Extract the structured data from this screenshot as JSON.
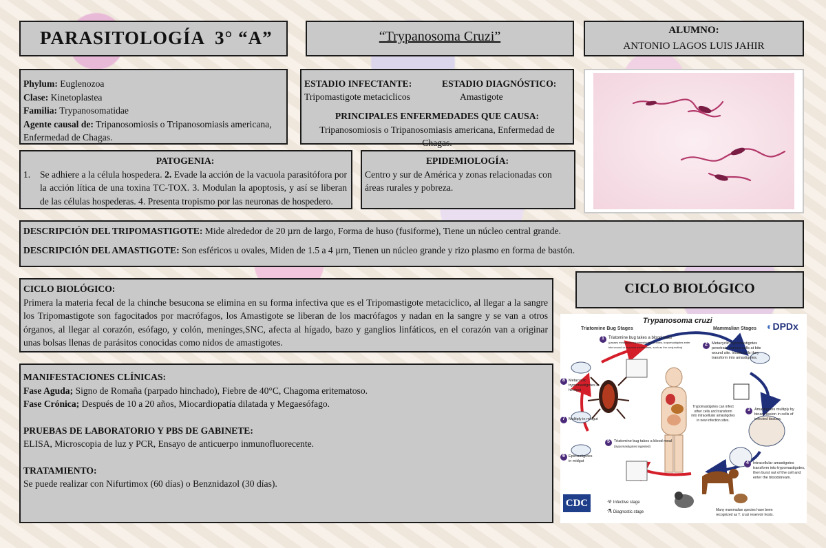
{
  "header": {
    "main_title": "PARASITOLOGÍA  3° “A”",
    "species": "“Trypanosoma Cruzi”",
    "student_label": "ALUMNO:",
    "student_name": "ANTONIO LAGOS LUIS JAHIR"
  },
  "taxonomy": {
    "phylum_label": "Phylum:",
    "phylum": " Euglenozoa",
    "clase_label": "Clase:",
    "clase": " Kinetoplastea",
    "familia_label": "Familia:",
    "familia": " Trypanosomatidae",
    "agente_label": "Agente causal de:",
    "agente": " Tripanosomiosis o Tripanosomiasis americana, Enfermedad de Chagas."
  },
  "stages": {
    "infectante_label": "ESTADIO INFECTANTE:",
    "infectante": "Tripomastigote metaciclicos",
    "diagnostico_label": "ESTADIO DIAGNÓSTICO:",
    "diagnostico": "Amastigote",
    "diseases_label": "PRINCIPALES ENFERMEDADES QUE CAUSA:",
    "diseases": "Tripanosomiosis o Tripanosomiasis americana, Enfermedad de Chagas."
  },
  "patogenia": {
    "title": "PATOGENIA:",
    "num": "1.",
    "text_a": "Se adhiere a la célula hospedera. ",
    "num2": "2.",
    "text_b": " Evade la acción de la vacuola parasitófora por la acción lítica de una toxina TC-TOX. 3. Modulan la apoptosis, y así se liberan de las células hospederas. 4. Presenta tropismo por las neuronas de hospedero."
  },
  "epidemiologia": {
    "title": "EPIDEMIOLOGÍA:",
    "text": "Centro y sur de América y zonas relacionadas con áreas rurales y pobreza."
  },
  "descripcion": {
    "tripo_label": "DESCRIPCIÓN DEL TRIPOMASTIGOTE:",
    "tripo": " Mide alrededor de 20 µrn de largo, Forma de huso (fusiforme), Tiene un núcleo central grande.",
    "ama_label": "DESCRIPCIÓN DEL AMASTIGOTE:",
    "ama": " Son esféricos u ovales, Miden de 1.5 a 4 µrn, Tienen un núcleo grande y rizo plasmo en forma de bastón."
  },
  "ciclo": {
    "label": "CICLO BIOLÓGICO:",
    "text": "Primera la materia fecal de la chinche besucona se elimina en su forma infectiva que es el Tripomastigote metaciclico, al llegar a la sangre los Tripomastigote son fagocitados por macrófagos, los Amastigote se liberan de los macrófagos y nadan en la sangre y se van a otros órganos, al llegar al corazón, esófago, y colón, meninges,SNC, afecta al hígado, bazo y ganglios linfáticos, en el corazón van a originar unas bolsas llenas de parásitos conocidas como nidos de amastigotes.",
    "heading": "CICLO BIOLÓGICO"
  },
  "clinica": {
    "manif_label": "MANIFESTACIONES CLÍNICAS:",
    "aguda_label": "Fase Aguda;",
    "aguda": " Signo de Romaña (parpado hinchado), Fiebre de 40°C, Chagoma eritematoso.",
    "cronica_label": "Fase Crónica;",
    "cronica": " Después de 10 a 20 años, Miocardiopatía dilatada y Megaesófago.",
    "pruebas_label": "PRUEBAS DE LABORATORIO Y PBS DE GABINETE:",
    "pruebas": "ELISA, Microscopia de luz y PCR, Ensayo de anticuerpo inmunofluorecente.",
    "trat_label": "TRATAMIENTO:",
    "trat": "Se puede realizar con Nifurtimox (60 días) o Benznidazol (30 días)."
  },
  "diagram": {
    "title": "Trypanosoma cruzi",
    "logo": "DPDx",
    "left_head": "Triatomine Bug Stages",
    "right_head": "Mammalian Stages",
    "s1": "Triatomine bug takes a blood meal",
    "s1b": "(passes metacyclic trypomastigotes in feces, trypomastigotes enter bite wound or mucosal membranes, such as the conjunctiva)",
    "s2": "Metacyclic trypomastigotes penetrate various cells at bite wound site. Inside cells they transform into amastigotes.",
    "s3": "Amastigotes multiply by binary fission in cells of infected tissues.",
    "s4": "Intracellular amastigotes transform into trypomastigotes, then burst out of the cell and enter the bloodstream.",
    "s5": "Triatomine bug takes a blood meal",
    "s5b": "(trypomastigotes ingested)",
    "s6": "Epimastigotes in midgut",
    "s7": "Multiply in midgut",
    "s8": "Metacyclic trypomastigotes in hindgut",
    "center": "Trypomastigotes can infect other cells and transform into intracellular amastigotes in new infection sites.",
    "reservoir": "Many mammalian species have been recognized as T. cruzi reservoir hosts.",
    "infective": "Infective stage",
    "diagnostic": "Diagnostic stage",
    "cdc": "CDC",
    "n1": "1",
    "n2": "2",
    "n3": "3",
    "n4": "4",
    "n5": "5",
    "n6": "6",
    "n7": "7",
    "n8": "8"
  }
}
